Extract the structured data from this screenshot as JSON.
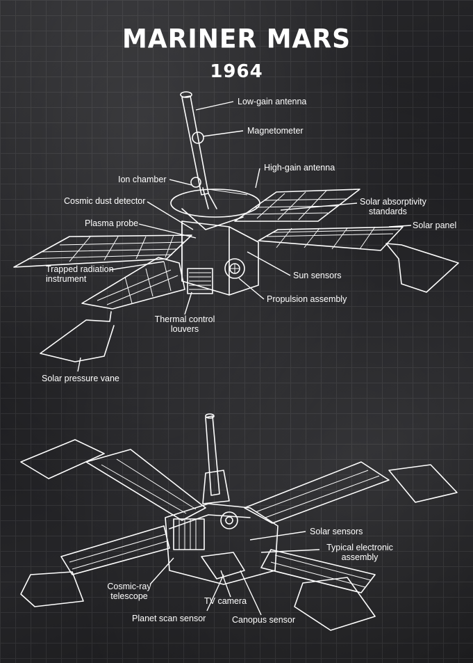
{
  "title": "MARINER MARS",
  "year": "1964",
  "top_labels": {
    "low_gain_antenna": "Low-gain antenna",
    "magnetometer": "Magnetometer",
    "high_gain_antenna": "High-gain antenna",
    "ion_chamber": "Ion chamber",
    "cosmic_dust_detector": "Cosmic dust detector",
    "solar_absorptivity_1": "Solar absorptivity",
    "solar_absorptivity_2": "standards",
    "plasma_probe": "Plasma probe",
    "solar_panel": "Solar panel",
    "trapped_radiation_1": "Trapped radiation",
    "trapped_radiation_2": "instrument",
    "sun_sensors": "Sun sensors",
    "propulsion_assembly": "Propulsion assembly",
    "thermal_control_1": "Thermal control",
    "thermal_control_2": "louvers",
    "solar_pressure_vane": "Solar pressure vane"
  },
  "bottom_labels": {
    "solar_sensors": "Solar sensors",
    "typical_electronic_1": "Typical electronic",
    "typical_electronic_2": "assembly",
    "cosmic_ray_1": "Cosmic-ray",
    "cosmic_ray_2": "telescope",
    "tv_camera": "TV camera",
    "planet_scan_sensor": "Planet scan sensor",
    "canopus_sensor": "Canopus sensor"
  }
}
